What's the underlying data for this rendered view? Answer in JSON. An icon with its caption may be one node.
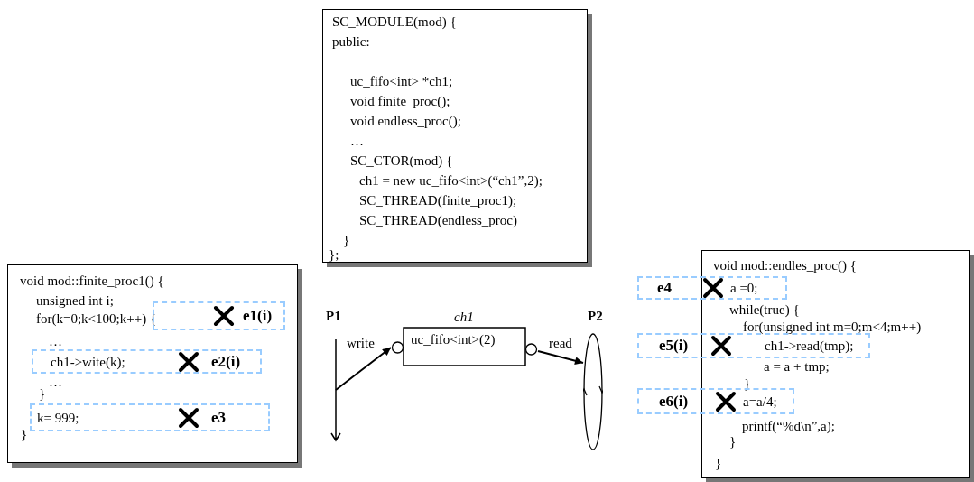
{
  "diagram": {
    "nodes": [
      {
        "text": [
          "SC_MODULE(mod) {",
          "public:",
          "uc_fifo<int> *ch1;",
          "void finite_proc();",
          "void endless_proc();",
          "…",
          "SC_CTOR(mod) {",
          "ch1 = new uc_fifo<int>(“ch1”,2);",
          "SC_THREAD(finite_proc1);",
          "SC_THREAD(endless_proc)",
          "}",
          "};"
        ]
      },
      {
        "text": [
          "void mod::finite_proc1() {",
          "unsigned int i;",
          "for(k=0;k<100;k++) {",
          "…",
          "…",
          "}",
          "}"
        ]
      },
      {
        "text": [
          "e1(i)"
        ],
        "in": 1
      },
      {
        "text": [
          "ch1->wite(k);",
          "e2(i)"
        ],
        "in": 1
      },
      {
        "text": [
          "k= 999;",
          "e3"
        ],
        "in": 1
      },
      {
        "text": [
          "void mod::endles_proc() {",
          "while(true) {",
          "for(unsigned int m=0;m<4;m++)",
          "a = a + tmp;",
          "}",
          "printf(“%d\\n”,a);",
          "}",
          "}"
        ]
      },
      {
        "text": [
          "e4",
          "a =0;"
        ]
      },
      {
        "text": [
          "e5(i)",
          "ch1->read(tmp);"
        ]
      },
      {
        "text": [
          "e6(i)",
          "a=a/4;"
        ]
      },
      {
        "text": [
          "P1"
        ]
      },
      {
        "text": [
          "ch1",
          "uc_fifo<int>(2)"
        ]
      },
      {
        "text": [
          "P2"
        ]
      }
    ],
    "edges": [
      {
        "from": 9,
        "to": 10,
        "arrow": "to",
        "label": "write"
      },
      {
        "from": 10,
        "to": 11,
        "arrow": "to",
        "label": "read"
      }
    ]
  }
}
